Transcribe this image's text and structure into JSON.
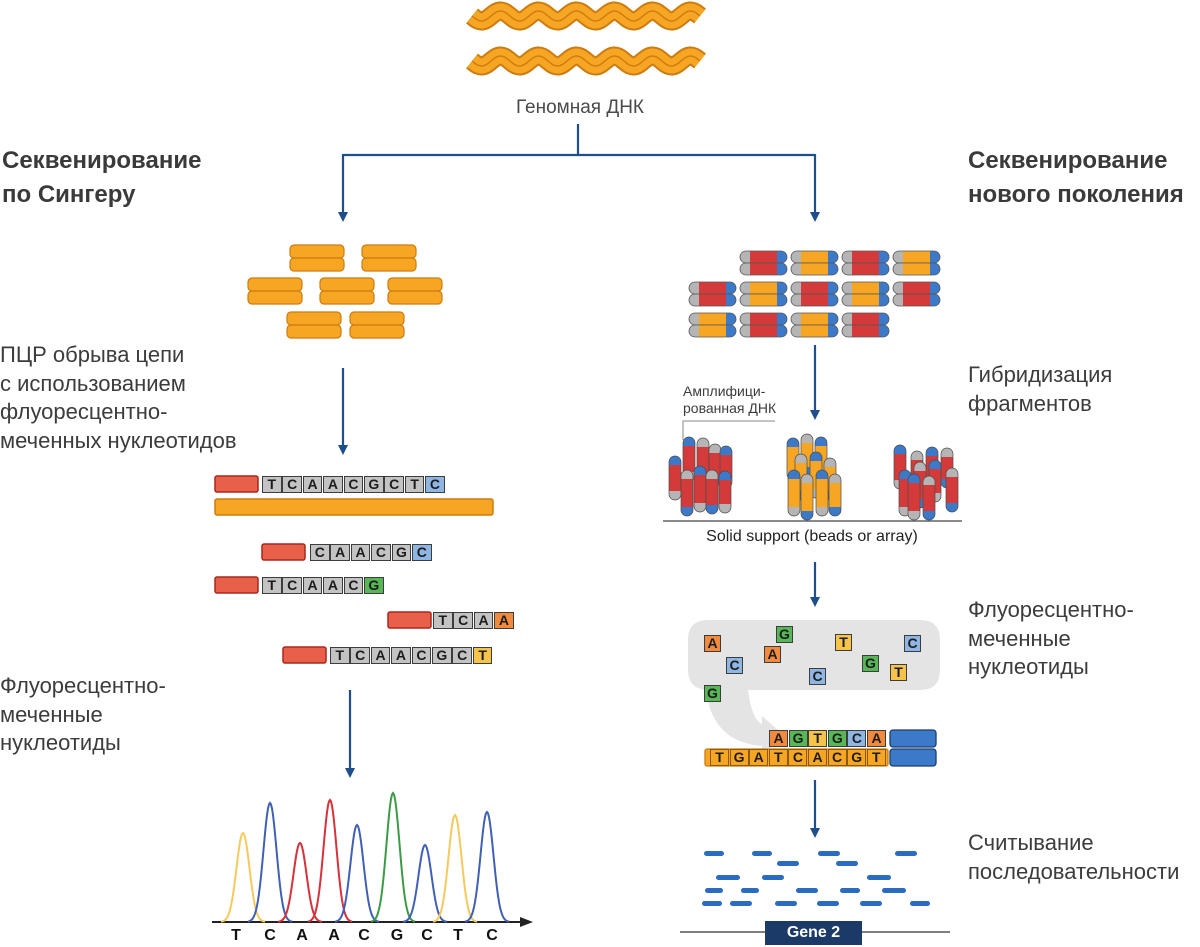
{
  "genomic_dna_label": "Геномная ДНК",
  "sanger": {
    "title_lines": [
      "Секвенирование",
      "по Сингеру"
    ],
    "pcr_step_lines": [
      "ПЦР обрыва цепи",
      "с использованием",
      "флуоресцентно-",
      "меченных нуклеотидов"
    ],
    "rows": [
      {
        "seq": [
          "T",
          "C",
          "A",
          "A",
          "C",
          "G",
          "C",
          "T",
          "C"
        ]
      },
      {
        "seq": [
          "C",
          "A",
          "A",
          "C",
          "G",
          "C"
        ]
      },
      {
        "seq": [
          "T",
          "C",
          "A",
          "A",
          "C",
          "G"
        ]
      },
      {
        "seq": [
          "T",
          "C",
          "A",
          "A"
        ]
      },
      {
        "seq": [
          "T",
          "C",
          "A",
          "A",
          "C",
          "G",
          "C",
          "T"
        ]
      }
    ],
    "labeled_nucleotides_lines": [
      "Флуоресцентно-",
      "меченные",
      "нуклеотиды"
    ],
    "chromatogram_bases": [
      "T",
      "C",
      "A",
      "A",
      "C",
      "G",
      "C",
      "T",
      "C"
    ]
  },
  "ngs": {
    "title_lines": [
      "Секвенирование",
      "нового поколения"
    ],
    "hybridization_lines": [
      "Гибридизация",
      "фрагментов"
    ],
    "amplified_dna_lines": [
      "Амплифици-",
      "рованная ДНК"
    ],
    "support_label": "Solid support (beads or array)",
    "labeled_nucleotides_lines": [
      "Флуоресцентно-",
      "меченные",
      "нуклеотиды"
    ],
    "free_nucleotides": [
      "A",
      "G",
      "T",
      "C",
      "C",
      "A",
      "G",
      "T",
      "C",
      "G"
    ],
    "top_strand": [
      "A",
      "G",
      "T",
      "G",
      "C",
      "A"
    ],
    "bottom_strand": [
      "T",
      "G",
      "A",
      "T",
      "C",
      "A",
      "C",
      "G",
      "T"
    ],
    "readout_lines": [
      "Считывание",
      "последовательности"
    ],
    "gene_label": "Gene 2"
  },
  "colors": {
    "base": {
      "A": "#f28a3e",
      "C": "#8fb5e3",
      "G": "#57b656",
      "T": "#f6c44a"
    },
    "trace": {
      "A": "#d7313b",
      "C": "#4060b4",
      "G": "#3b9b47",
      "T": "#f4ca5c"
    },
    "dna": "#f6a623",
    "dna_edge": "#cc7c10",
    "primer": "#e8604a",
    "primer_edge": "#a8281c",
    "letter_gray": "#c3c3c3",
    "arrow": "#1f4e8c",
    "insert_red": "#d43a3a",
    "insert_orange": "#f6a623",
    "adapter_gray": "#b5b5b5",
    "adapter_blue": "#3c7ac9",
    "bubble": "#e4e4e4",
    "read": "#2b6cc0",
    "gene_box": "#1b3a68"
  }
}
